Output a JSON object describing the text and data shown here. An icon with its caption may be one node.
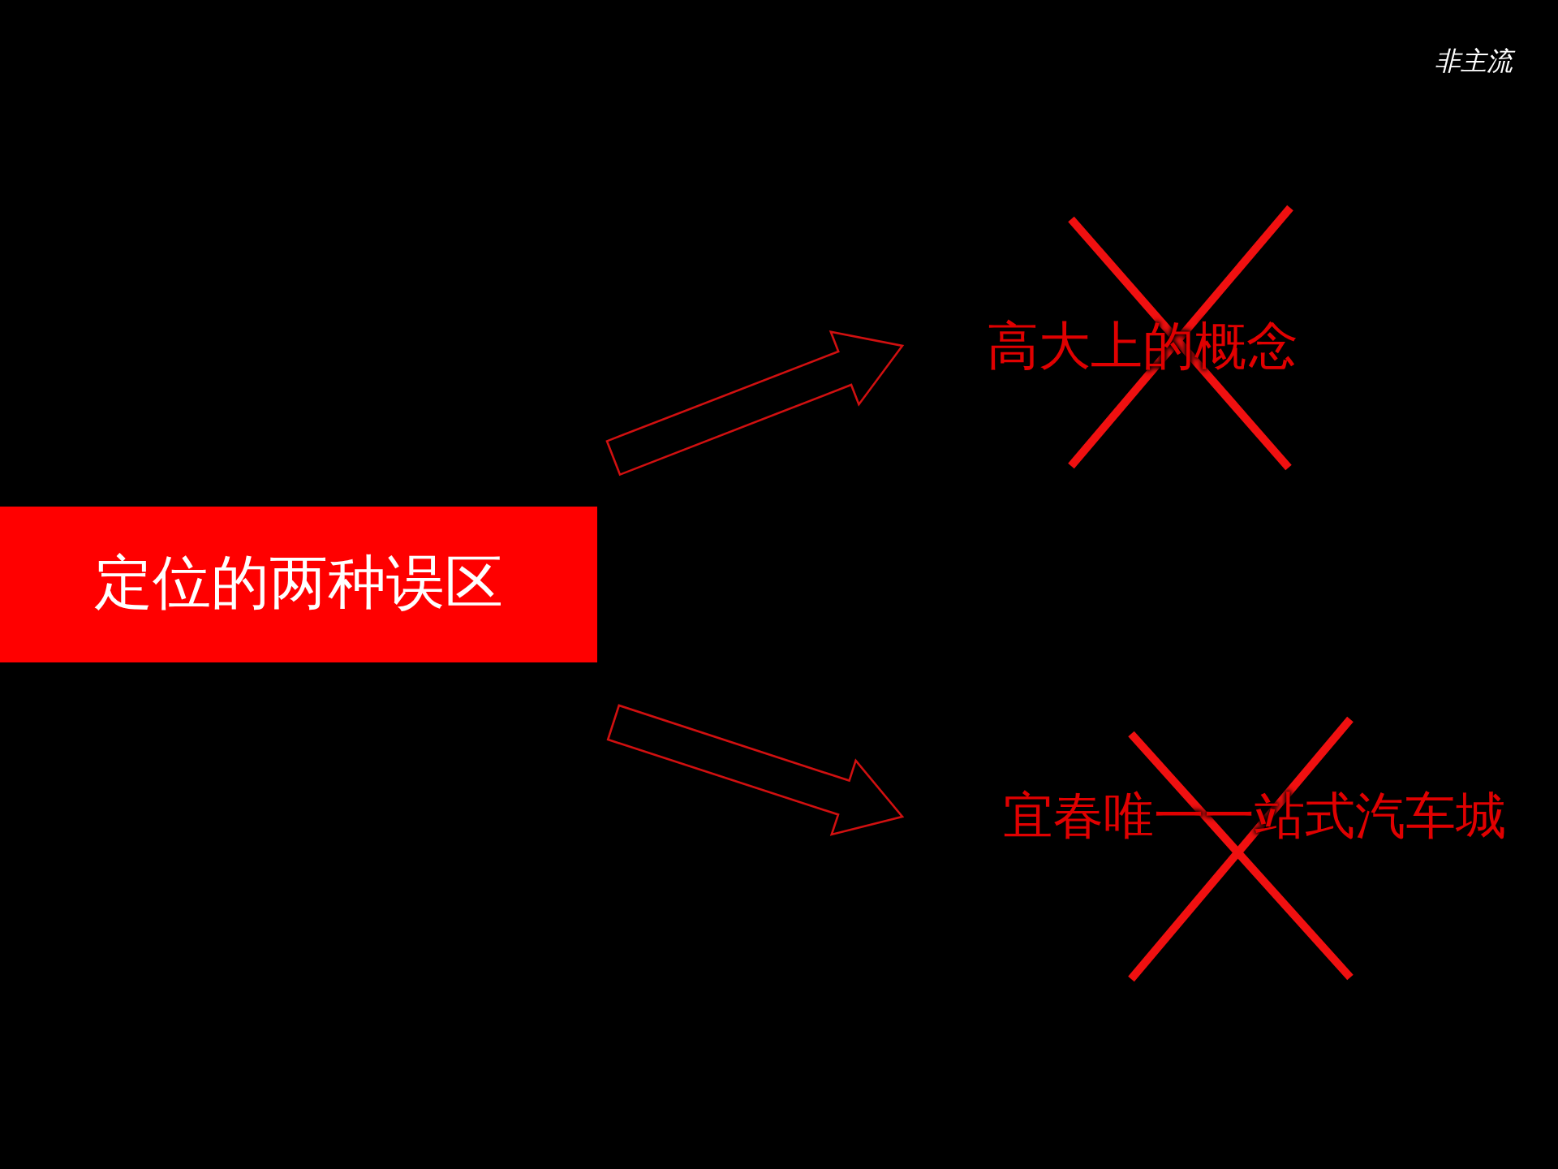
{
  "diagram": {
    "nodes": [
      {
        "text": [
          "定位的两种误区"
        ]
      },
      {
        "text": [
          "高大上的概念"
        ]
      },
      {
        "text": [
          "宜春唯一一站式汽车城"
        ]
      }
    ],
    "edges": [
      {
        "from": 0,
        "to": 1,
        "arrow": "to"
      },
      {
        "from": 0,
        "to": 2,
        "arrow": "to"
      }
    ],
    "labels": [
      "非主流"
    ]
  }
}
